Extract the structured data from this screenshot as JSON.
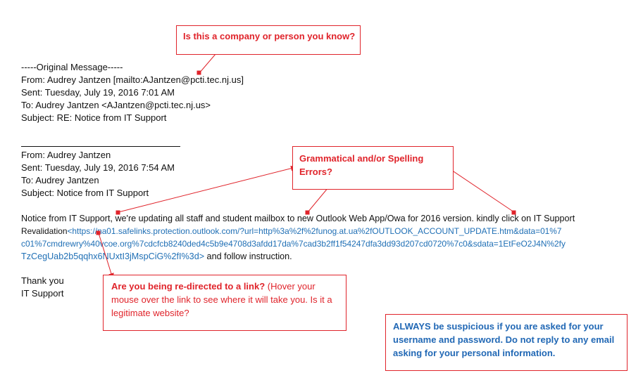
{
  "email": {
    "original_message_header": "-----Original Message-----",
    "from_line_1": "From: Audrey Jantzen [mailto:AJantzen@pcti.tec.nj.us]",
    "sent_line_1": "Sent: Tuesday, July 19, 2016 7:01 AM",
    "to_line_1": "To: Audrey Jantzen <AJantzen@pcti.tec.nj.us>",
    "subject_line_1": "Subject: RE: Notice from IT Support",
    "from_line_2": "From: Audrey Jantzen",
    "sent_line_2": "Sent: Tuesday, July 19, 2016 7:54 AM",
    "to_line_2": "To: Audrey Jantzen",
    "subject_line_2": "Subject: Notice from IT Support",
    "body_line_1": "Notice from IT Support, we're updating all staff and student mailbox to new Outlook Web App/Owa for 2016 version. kindly click on IT Support",
    "body_revalidation": "Revalidation",
    "link_part_1": "<https://na01.safelinks.protection.outlook.com/?url=http%3a%2f%2funog.at.ua%2fOUTLOOK_ACCOUNT_UPDATE.htm&data=01%7",
    "link_part_2": "c01%7cmdrewry%40vcoe.org%7cdcfcb8240ded4c5b9e4708d3afdd17da%7cad3b2ff1f54247dfa3dd93d207cd0720%7c0&sdata=1EtFeO2J4N%2fy",
    "link_part_3": "TzCegUab2b5qqhx6NUxtI3jMspCiG%2fI%3d>",
    "link_after": " and follow instruction.",
    "thank_you": "Thank you",
    "signature": "IT Support"
  },
  "callouts": {
    "company": "Is this a company or person you know?",
    "grammar": "Grammatical and/or Spelling Errors?",
    "redirect_bold": "Are you being re-directed to a link?",
    "redirect_normal": " (Hover your mouse over the link to see where it will take you.  Is it a legitimate website?",
    "suspicious": "ALWAYS be suspicious if you are asked for your username and password.  Do not reply to any email asking for your personal information."
  },
  "colors": {
    "callout_red": "#e0242b",
    "link_blue": "#1f6fb5",
    "tip_blue": "#2168b5"
  }
}
